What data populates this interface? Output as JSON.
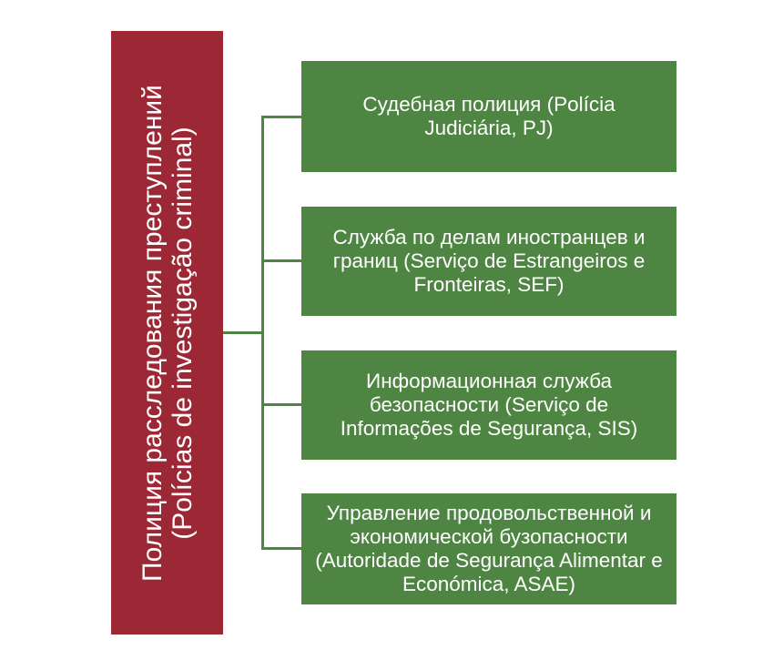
{
  "root": {
    "line1": "Полиция расследования преступлений",
    "line2": "(Polícias de investigação criminal)"
  },
  "children": [
    {
      "label": "Судебная полиция (Polícia Judiciária, PJ)"
    },
    {
      "label": "Служба по делам иностранцев и границ (Serviço de Estrangeiros e Fronteiras, SEF)"
    },
    {
      "label": "Информационная служба безопасности (Serviço de Informações de Segurança, SIS)"
    },
    {
      "label": "Управление продовольственной и экономической бузопасности (Autoridade de Segurança Alimentar e Económica, ASAE)"
    }
  ],
  "colors": {
    "root": "#9c2836",
    "child": "#4f8543",
    "text": "#ffffff"
  }
}
